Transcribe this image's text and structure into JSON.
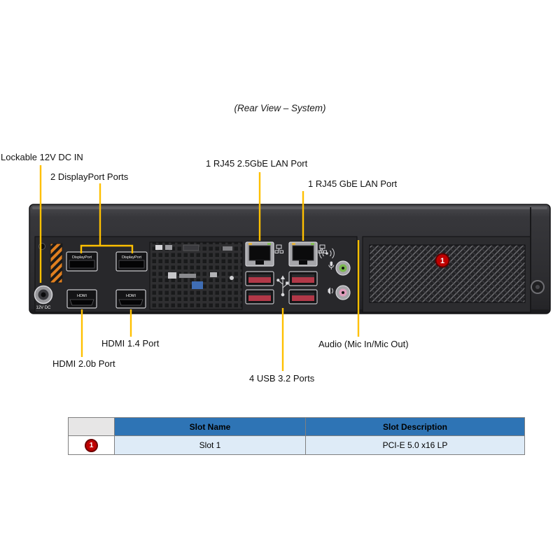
{
  "title": "(Rear View – System)",
  "labels": {
    "dc_in": "Lockable 12V DC IN",
    "displayport": "2 DisplayPort Ports",
    "lan_25gbe": "1 RJ45 2.5GbE LAN Port",
    "lan_gbe": "1 RJ45 GbE LAN Port",
    "hdmi_14": "HDMI 1.4 Port",
    "hdmi_20b": "HDMI 2.0b Port",
    "audio": "Audio (Mic In/Mic Out)",
    "usb": "4 USB 3.2 Ports"
  },
  "chassis": {
    "dc_jack_label": "12V DC",
    "displayport_port_label": "DisplayPort",
    "hdmi_port_label": "HDMI",
    "slot_marker": "1"
  },
  "table": {
    "marker": "1",
    "headers": {
      "slot_name": "Slot Name",
      "slot_description": "Slot Description"
    },
    "row": {
      "slot_name": "Slot 1",
      "slot_description": "PCI-E 5.0 x16 LP"
    }
  },
  "colors": {
    "callout_yellow": "#FFC000",
    "table_header_blue": "#2E74B5",
    "table_row_blue": "#DEEBF7",
    "marker_red": "#C00000"
  }
}
